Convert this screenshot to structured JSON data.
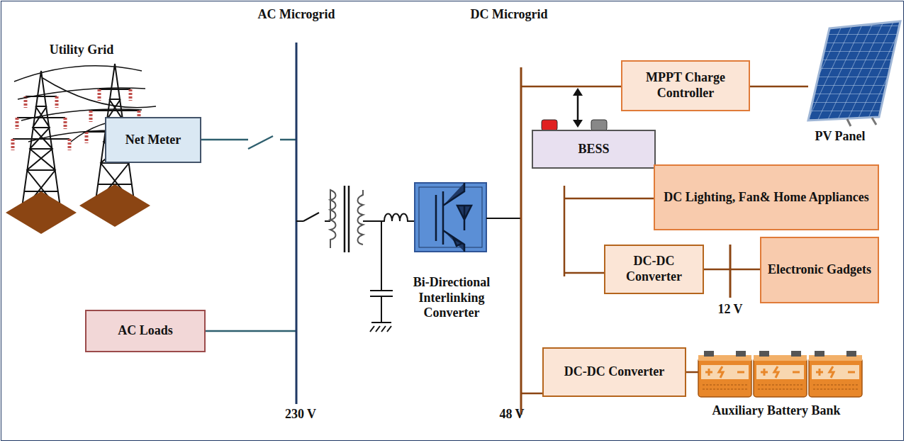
{
  "diagram": {
    "nodes": [
      {
        "text": [
          "Net Meter"
        ]
      },
      {
        "text": [
          "AC Loads"
        ]
      },
      {
        "text": [
          "MPPT Charge Controller"
        ]
      },
      {
        "text": [
          "BESS"
        ]
      },
      {
        "text": [
          "DC Lighting, Fan& Home Appliances"
        ]
      },
      {
        "text": [
          "DC-DC Converter"
        ]
      },
      {
        "text": [
          "Electronic Gadgets"
        ]
      },
      {
        "text": [
          "DC-DC Converter"
        ]
      }
    ],
    "edges": [
      {
        "from": 5,
        "to": 6,
        "arrow": "none"
      }
    ],
    "labels": [
      "Utility Grid",
      "AC Microgrid",
      "DC Microgrid",
      "PV Panel",
      "Bi-Directional Interlinking Converter",
      "12 V",
      "Auxiliary Battery Bank",
      "230 V",
      "48 V"
    ]
  }
}
